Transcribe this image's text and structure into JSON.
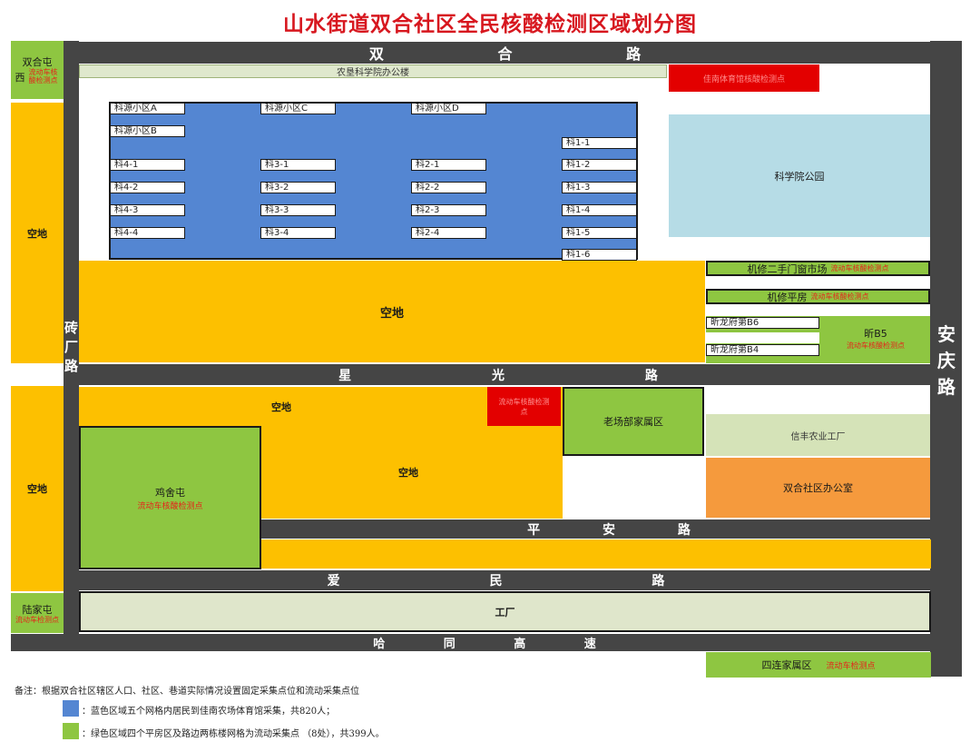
{
  "title": "山水街道双合社区全民核酸检测区域划分图",
  "roads": {
    "shuanghe": "双 合 路",
    "zhuanchang": [
      "砖",
      "厂",
      "路"
    ],
    "anqing": [
      "安",
      "庆",
      "路"
    ],
    "xingguang": "星 光 路",
    "pingan": "平 安 路",
    "aimin": "爱 民 路",
    "hatong": "哈 同 高 速"
  },
  "areas": {
    "shuanghetun_xi": {
      "name_line1": "双合屯",
      "name_line2": "西",
      "note": "流动车核酸检测点"
    },
    "left_kongdi_1": "空地",
    "left_kongdi_2": "空地",
    "lujiatun": {
      "name": "陆家屯",
      "note": "流动车检测点"
    },
    "nongken_office": "农垦科学院办公楼",
    "jiananfarm_site": "佳南体育馆核酸检测点",
    "keyuan_a": "科源小区A",
    "keyuan_b": "科源小区B",
    "keyuan_c": "科源小区C",
    "keyuan_d": "科源小区D",
    "ke4": [
      "科4-1",
      "科4-2",
      "科4-3",
      "科4-4"
    ],
    "ke3": [
      "科3-1",
      "科3-2",
      "科3-3",
      "科3-4"
    ],
    "ke2": [
      "科2-1",
      "科2-2",
      "科2-3",
      "科2-4"
    ],
    "ke1": [
      "科1-1",
      "科1-2",
      "科1-3",
      "科1-4",
      "科1-5",
      "科1-6"
    ],
    "park": "科学院公园",
    "center_kongdi": "空地",
    "jixiu_market": {
      "name": "机修二手门窗市场",
      "note": "流动车核酸检测点"
    },
    "jixiu_pingfang": {
      "name": "机修平房",
      "note": "流动车核酸检测点"
    },
    "xinlong_b6": "昕龙府第B6",
    "xinlong_b4": "昕龙府第B4",
    "xin_b5": {
      "name": "昕B5",
      "note": "流动车核酸检测点"
    },
    "kongdi_a": "空地",
    "red_site_2": {
      "line1": "流动车核酸检测",
      "line2": "点"
    },
    "laochangbu": "老场部家属区",
    "xinfeng": "信丰农业工厂",
    "jishetun": {
      "name": "鸡舍屯",
      "note": "流动车核酸检测点"
    },
    "kongdi_b": "空地",
    "shuanghe_office": "双合社区办公室",
    "factory": "工厂",
    "silian": {
      "name": "四连家属区",
      "note": "流动车检测点"
    }
  },
  "notes": {
    "main": "备注：根据双合社区辖区人口、社区、巷道实际情况设置固定采集点位和流动采集点位",
    "blue": "：蓝色区域五个网格内居民到佳南农场体育馆采集，共820人；",
    "green": "：绿色区域四个平房区及路边两栋楼网格为流动采集点 （8处），共399人。"
  },
  "colors": {
    "road": "#454545",
    "blue_zone": "#5486d2",
    "green_zone": "#8ec641",
    "yellow_zone": "#fdc000",
    "red_site": "#e30000",
    "title": "#d7171f"
  }
}
